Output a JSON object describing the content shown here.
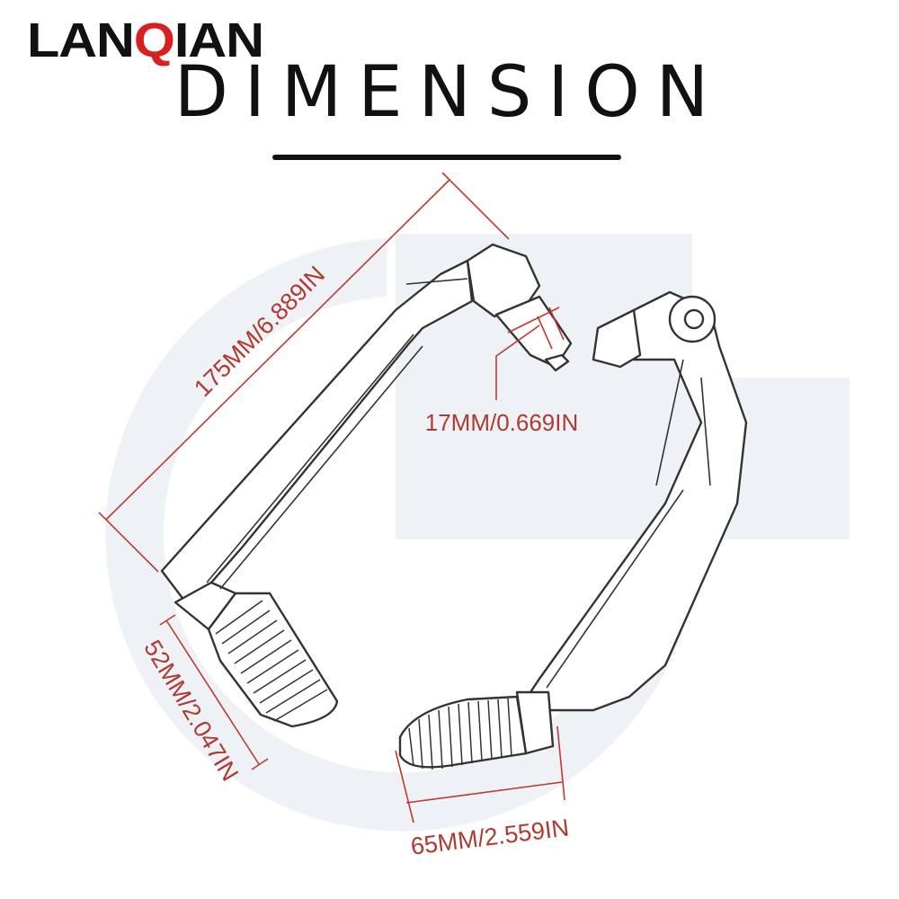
{
  "brand": {
    "prefix": "LAN",
    "highlight": "Q",
    "suffix": "IAN"
  },
  "title": "DIMENSION",
  "dimensions": {
    "overall_length": "175MM/6.889IN",
    "mount_diameter": "17MM/0.669IN",
    "grip_length": "52MM/2.047IN",
    "grip_width": "65MM/2.559IN"
  },
  "colors": {
    "line": "#333333",
    "dimension_line": "#c0392b",
    "dimension_text": "#b03a2e",
    "watermark": "#eef2f7",
    "brand_accent": "#d92020"
  }
}
